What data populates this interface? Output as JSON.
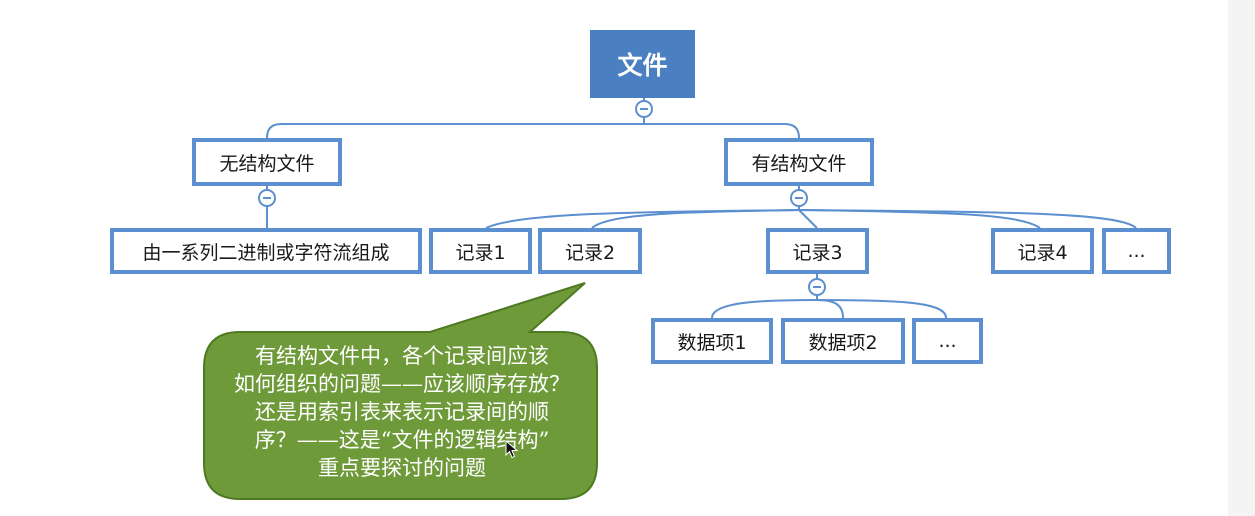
{
  "diagram": {
    "root": "文件",
    "unstructured": {
      "label": "无结构文件",
      "child": "由一系列二进制或字符流组成"
    },
    "structured": {
      "label": "有结构文件",
      "records": [
        "记录1",
        "记录2",
        "记录3",
        "记录4",
        "..."
      ],
      "record3_items": [
        "数据项1",
        "数据项2",
        "..."
      ]
    },
    "callout": {
      "lines": [
        "有结构文件中，各个记录间应该",
        "如何组织的问题——应该顺序存放？",
        "还是用索引表来表示记录间的顺",
        "序？——这是“文件的逻辑结构”",
        "重点要探讨的问题"
      ]
    }
  },
  "colors": {
    "node_border": "#5b8fcf",
    "root_fill": "#4a7fc1",
    "callout_fill": "#6e9a3a",
    "callout_stroke": "#4e7a22",
    "callout_text": "#ffffff"
  },
  "icons": [
    "collapse-icon",
    "mouse-cursor-icon"
  ]
}
